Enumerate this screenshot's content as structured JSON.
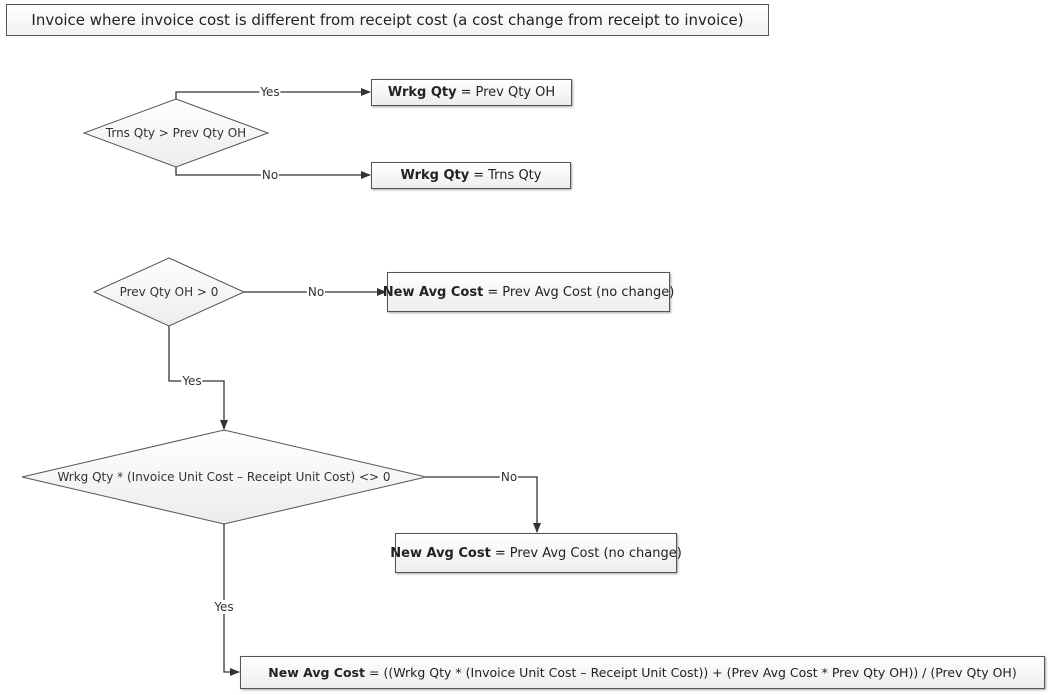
{
  "title": "Invoice where invoice cost is different from receipt cost (a cost change from receipt to invoice)",
  "decisions": {
    "d1": "Trns Qty > Prev Qty OH",
    "d2": "Prev Qty OH > 0",
    "d3": "Wrkg Qty * (Invoice Unit Cost – Receipt Unit Cost) <> 0"
  },
  "labels": {
    "yes": "Yes",
    "no": "No"
  },
  "results": {
    "r1": {
      "bold": "Wrkg Qty",
      "eq": "=",
      "rest": "Prev Qty OH"
    },
    "r2": {
      "bold": "Wrkg Qty",
      "eq": "=",
      "rest": "Trns Qty"
    },
    "r3": {
      "bold": "New Avg Cost",
      "eq": "=",
      "rest": "Prev Avg Cost (no change)"
    },
    "r4": {
      "bold": "New Avg Cost",
      "eq": "=",
      "rest": "Prev Avg Cost (no change)"
    },
    "r5": {
      "bold": "New Avg Cost",
      "eq": "=",
      "rest": "((Wrkg Qty * (Invoice Unit Cost – Receipt Unit Cost)) + (Prev Avg Cost * Prev Qty OH)) / (Prev Qty OH)"
    }
  }
}
